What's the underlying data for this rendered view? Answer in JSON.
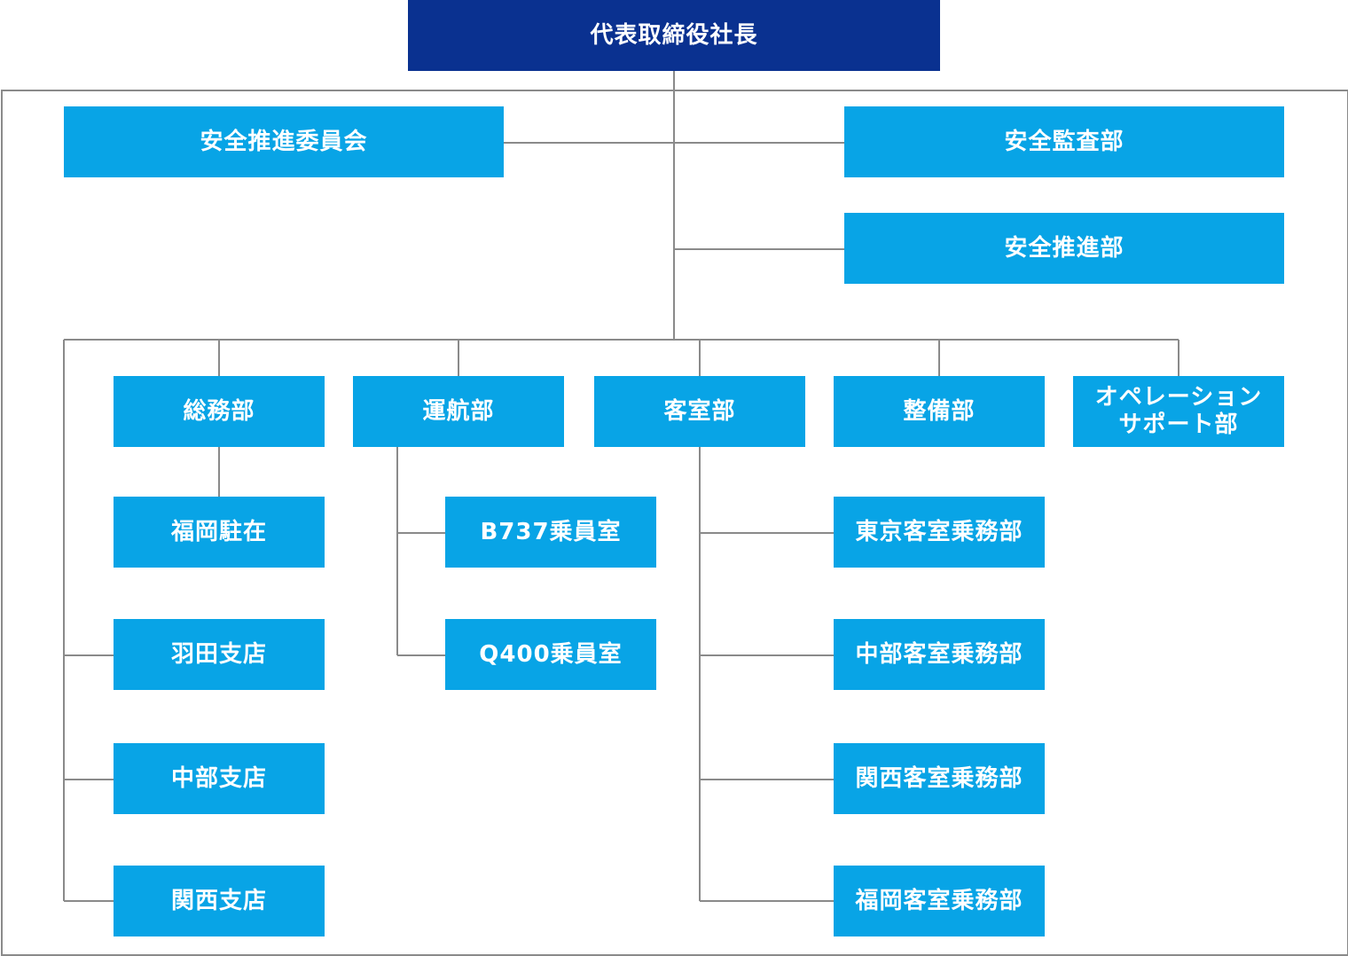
{
  "colors": {
    "top_box": "#0a3190",
    "unit_box": "#08a4e6",
    "line": "#8a8a8a",
    "text": "#ffffff"
  },
  "org": {
    "president": "代表取締役社長",
    "safety_committee": "安全推進委員会",
    "safety_audit": "安全監査部",
    "safety_promotion": "安全推進部",
    "general_affairs": "総務部",
    "fukuoka_office": "福岡駐在",
    "haneda_branch": "羽田支店",
    "chubu_branch": "中部支店",
    "kansai_branch": "関西支店",
    "flight_operations": "運航部",
    "b737_crew": "B737乗員室",
    "q400_crew": "Q400乗員室",
    "cabin": "客室部",
    "tokyo_cabin": "東京客室乗務部",
    "chubu_cabin": "中部客室乗務部",
    "kansai_cabin": "関西客室乗務部",
    "fukuoka_cabin": "福岡客室乗務部",
    "maintenance": "整備部",
    "ops_support_line1": "オペレーション",
    "ops_support_line2": "サポート部"
  }
}
